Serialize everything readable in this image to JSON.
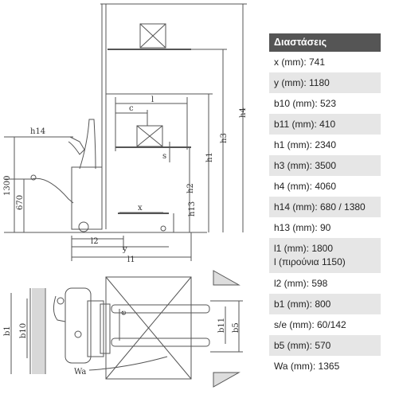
{
  "drawing": {
    "labels": {
      "h14": "h14",
      "h4": "h4",
      "h3": "h3",
      "h1": "h1",
      "h2": "h2",
      "h13": "h13",
      "c": "c",
      "l": "l",
      "s": "s",
      "x": "x",
      "l2": "l2",
      "y": "y",
      "l1": "l1",
      "d1300": "1300",
      "d670": "670",
      "b1": "b1",
      "b10": "b10",
      "b11": "b11",
      "b5": "b5",
      "e": "e",
      "wa": "Wa"
    }
  },
  "specs": {
    "title": "Διαστάσεις",
    "rows": [
      {
        "line1": "x (mm): 741"
      },
      {
        "line1": "y (mm): 1180"
      },
      {
        "line1": "b10 (mm): 523"
      },
      {
        "line1": "b11 (mm): 410"
      },
      {
        "line1": "h1 (mm): 2340"
      },
      {
        "line1": "h3 (mm): 3500"
      },
      {
        "line1": "h4 (mm): 4060"
      },
      {
        "line1": "h14 (mm): 680 / 1380"
      },
      {
        "line1": "h13 (mm): 90"
      },
      {
        "line1": "l1 (mm): 1800",
        "line2": "l (πιρούνια 1150)"
      },
      {
        "line1": "l2 (mm): 598"
      },
      {
        "line1": "b1 (mm): 800"
      },
      {
        "line1": "s/e (mm): 60/142"
      },
      {
        "line1": "b5 (mm): 570"
      },
      {
        "line1": "Wa (mm): 1365"
      }
    ]
  }
}
